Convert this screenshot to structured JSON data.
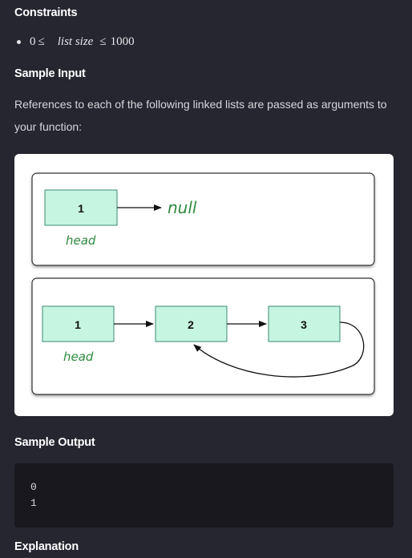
{
  "constraints": {
    "heading": "Constraints",
    "bullet": {
      "lo": "0",
      "leq1": "≤",
      "expr": "list size",
      "leq2": "≤",
      "hi": "1000"
    }
  },
  "sample_input": {
    "heading": "Sample Input",
    "text_line1": "References to each of the following linked lists are passed as arguments to",
    "text_line2": "your function:"
  },
  "diagram": {
    "list1": {
      "nodes": [
        "1"
      ],
      "null_label": "null",
      "head_label": "head"
    },
    "list2": {
      "nodes": [
        "1",
        "2",
        "3"
      ],
      "head_label": "head"
    },
    "colors": {
      "node_fill": "#c6f5e1",
      "node_stroke": "#3b8a73",
      "head_text": "#2e8b3e"
    }
  },
  "sample_output": {
    "heading": "Sample Output",
    "lines": [
      "0",
      "1"
    ]
  },
  "explanation": {
    "heading": "Explanation"
  }
}
